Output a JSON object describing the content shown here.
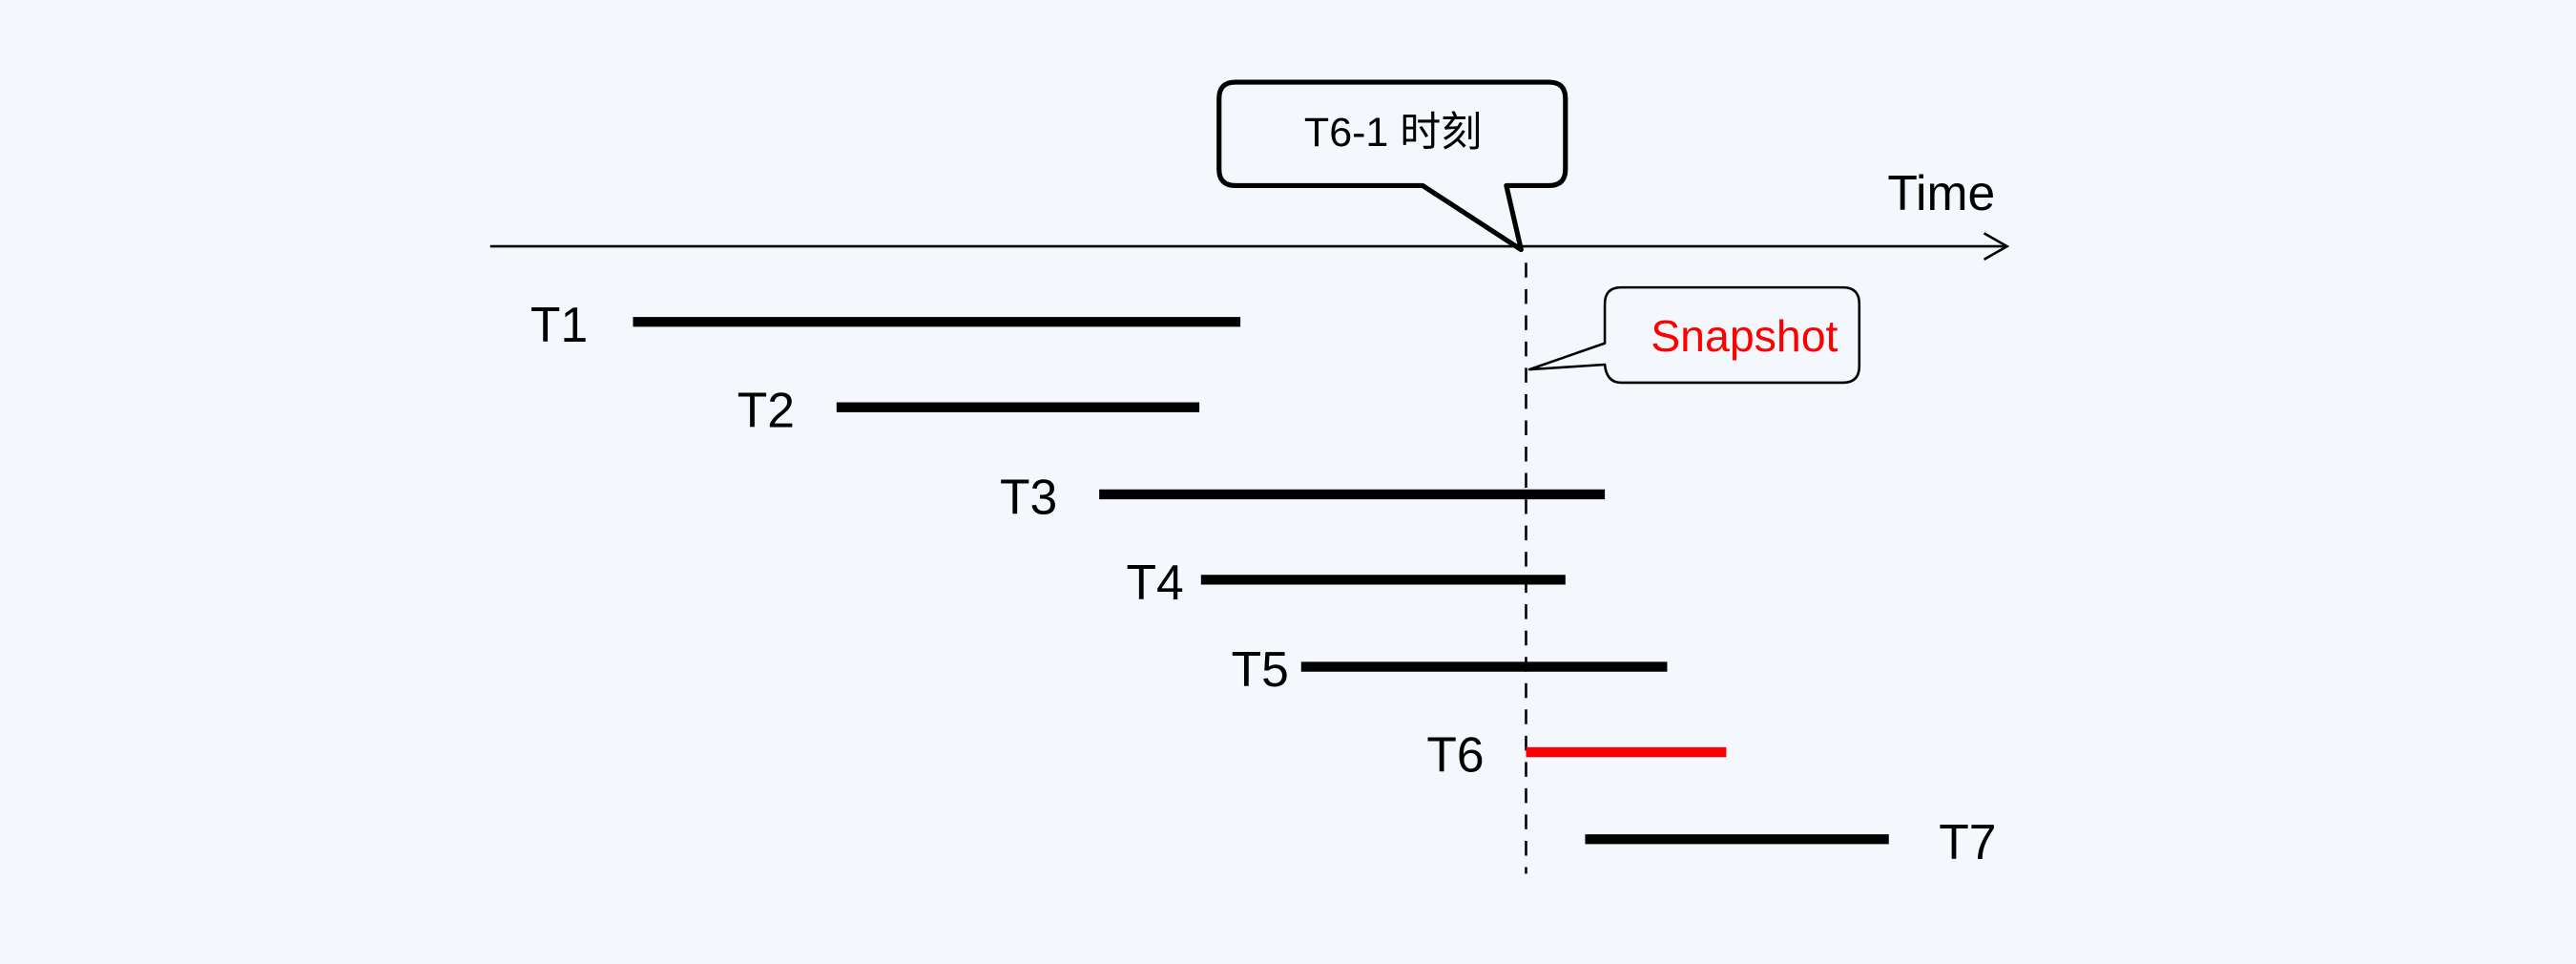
{
  "axis": {
    "label": "Time"
  },
  "marker_callout": {
    "text": "T6-1 时刻"
  },
  "snapshot_callout": {
    "text": "Snapshot"
  },
  "transactions": [
    {
      "label": "T1"
    },
    {
      "label": "T2"
    },
    {
      "label": "T3"
    },
    {
      "label": "T4"
    },
    {
      "label": "T5"
    },
    {
      "label": "T6"
    },
    {
      "label": "T7"
    }
  ],
  "colors": {
    "background": "#f4f7fc",
    "bar": "#000000",
    "highlight": "#ff0000"
  }
}
